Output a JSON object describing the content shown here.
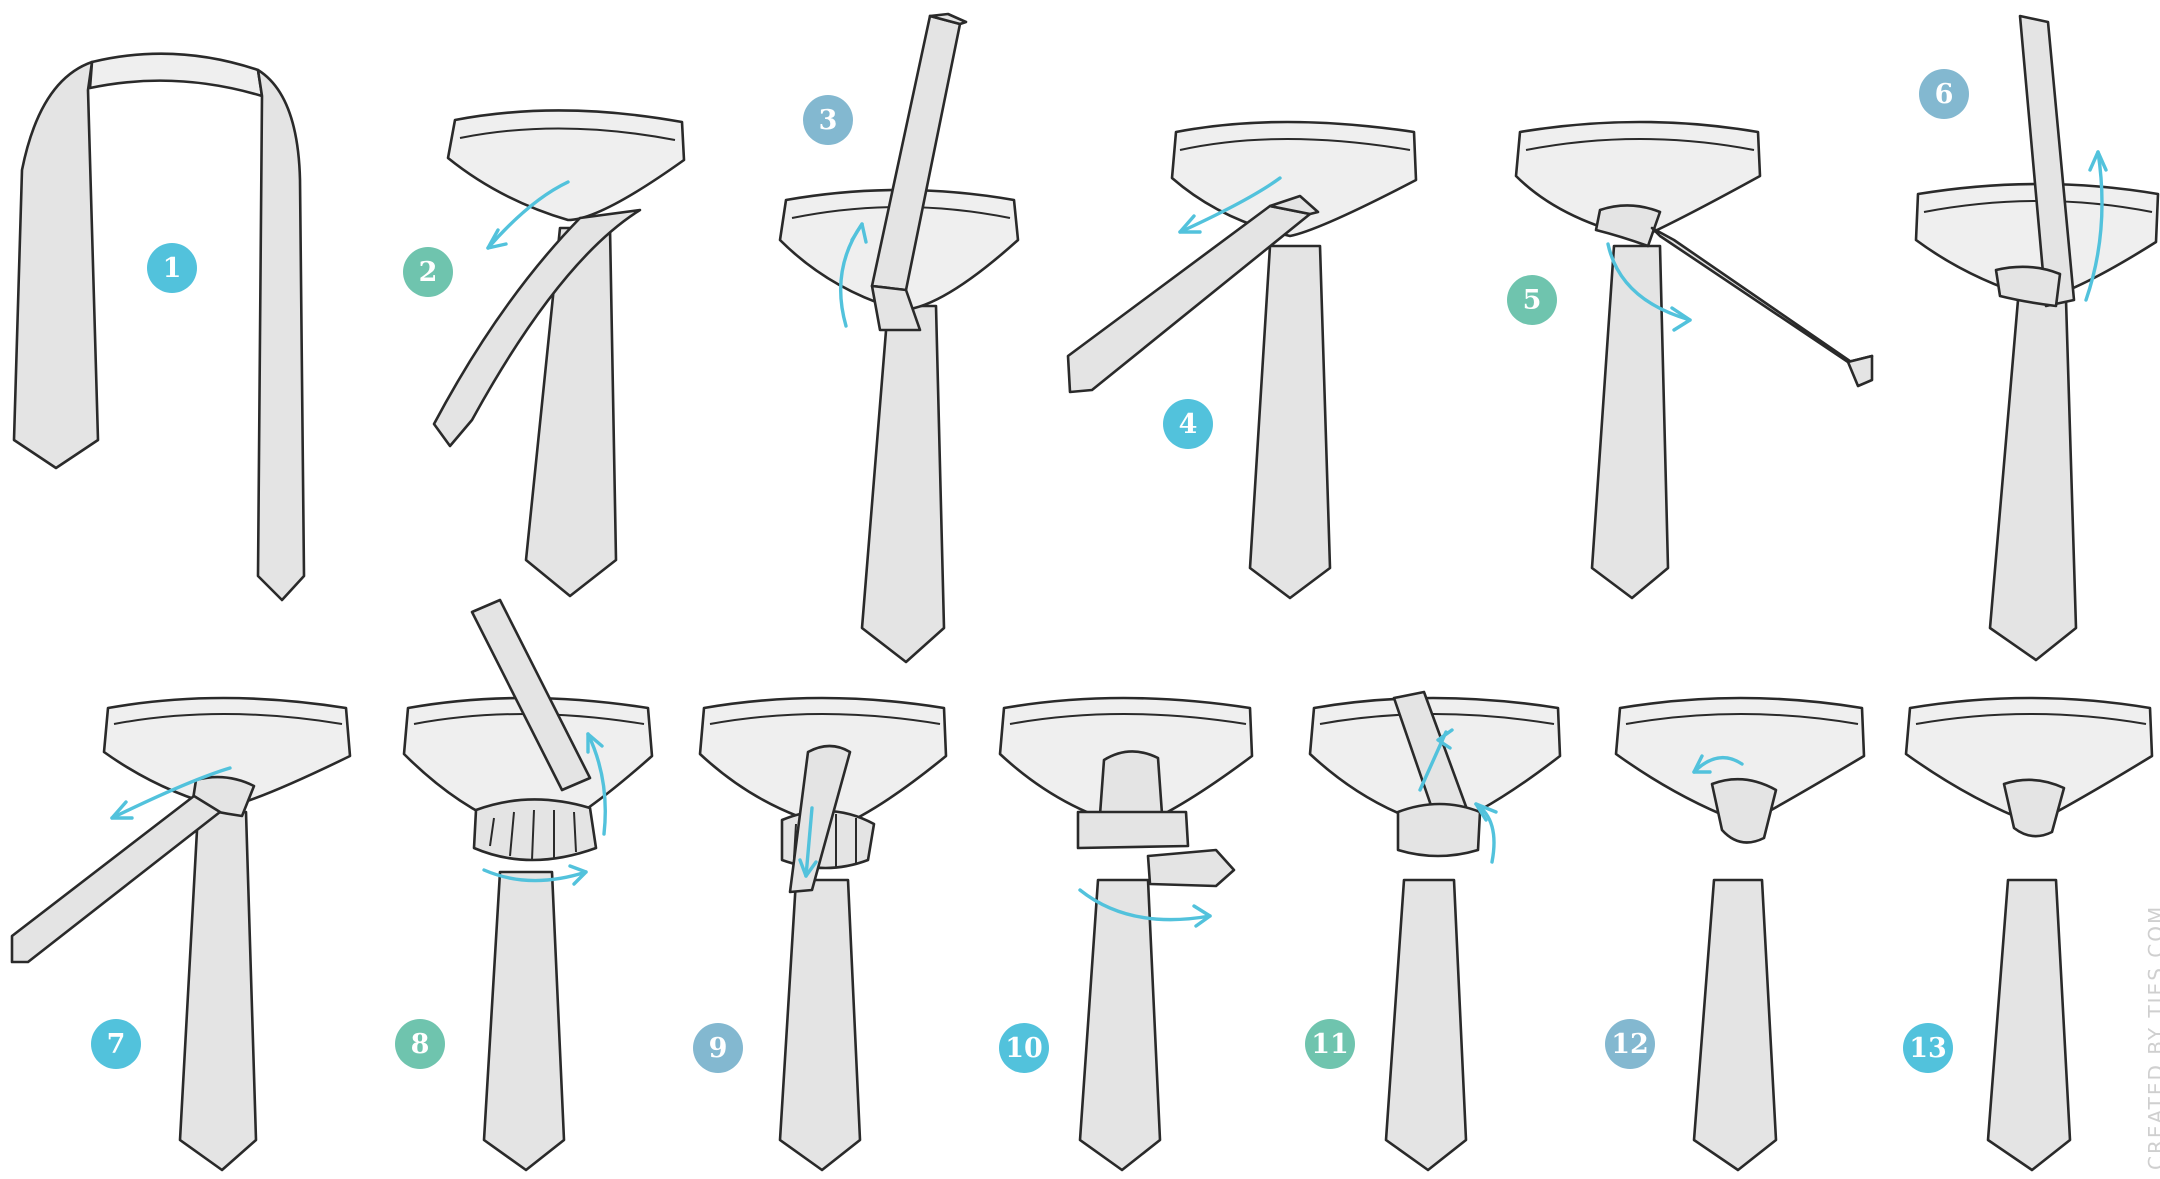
{
  "steps": [
    {
      "label": "1",
      "color": "#52c2dc"
    },
    {
      "label": "2",
      "color": "#6fc4ae"
    },
    {
      "label": "3",
      "color": "#83b8d0"
    },
    {
      "label": "4",
      "color": "#52c2dc"
    },
    {
      "label": "5",
      "color": "#6fc4ae"
    },
    {
      "label": "6",
      "color": "#83b8d0"
    },
    {
      "label": "7",
      "color": "#52c2dc"
    },
    {
      "label": "8",
      "color": "#6fc4ae"
    },
    {
      "label": "9",
      "color": "#83b8d0"
    },
    {
      "label": "10",
      "color": "#52c2dc"
    },
    {
      "label": "11",
      "color": "#6fc4ae"
    },
    {
      "label": "12",
      "color": "#83b8d0"
    },
    {
      "label": "13",
      "color": "#52c2dc"
    }
  ],
  "credit": "CREATED BY TIES.COM",
  "colors": {
    "arrow": "#52c2dc",
    "tie_fill": "#e4e4e4",
    "outline": "#2a2a2a"
  }
}
